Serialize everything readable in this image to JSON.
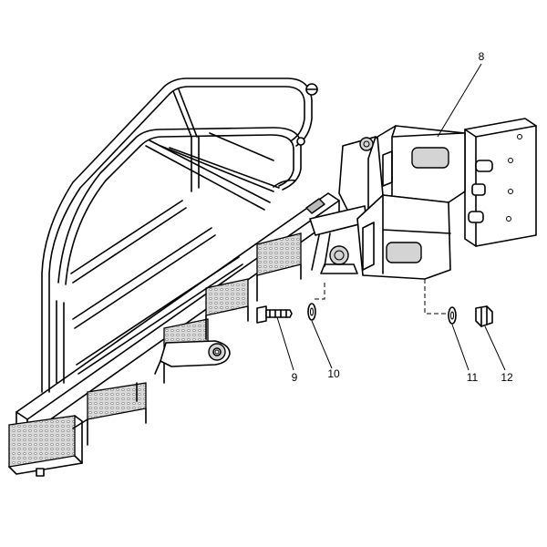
{
  "callouts": [
    {
      "id": "8",
      "label": "8"
    },
    {
      "id": "9",
      "label": "9"
    },
    {
      "id": "10",
      "label": "10"
    },
    {
      "id": "11",
      "label": "11"
    },
    {
      "id": "12",
      "label": "12"
    }
  ]
}
